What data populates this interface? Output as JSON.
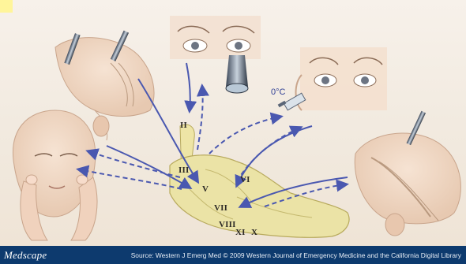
{
  "figure": {
    "temperature_label": "0°C",
    "nerve_labels": [
      "II",
      "III",
      "V",
      "VI",
      "VII",
      "VIII",
      "XI",
      "X"
    ]
  },
  "footer": {
    "brand": "Medscape",
    "source": "Source: Western J Emerg Med © 2009 Western Journal of Emergency Medicine and the California Digital Library"
  },
  "colors": {
    "arrow": "#4a58b0",
    "footer_bg": "#0d3a6e",
    "brainstem": "#e9e2a8",
    "skin": "#f1d8c4"
  }
}
